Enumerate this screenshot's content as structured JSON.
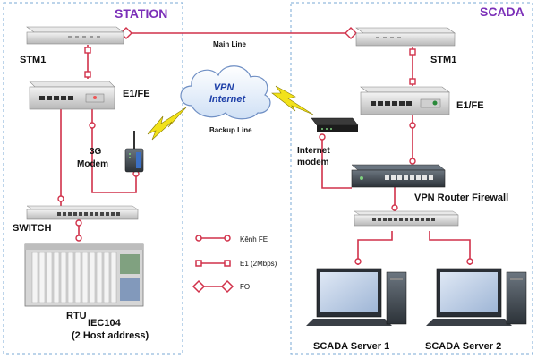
{
  "sections": {
    "station": "STATION",
    "scada": "SCADA"
  },
  "labels": {
    "stm1_left": "STM1",
    "stm1_right": "STM1",
    "e1fe_left": "E1/FE",
    "e1fe_right": "E1/FE",
    "main_line": "Main Line",
    "backup_line": "Backup Line",
    "vpn_line1": "VPN",
    "vpn_line2": "Internet",
    "modem_3g_line1": "3G",
    "modem_3g_line2": "Modem",
    "internet_modem_line1": "Internet",
    "internet_modem_line2": "modem",
    "vpn_router": "VPN Router Firewall",
    "switch": "SWITCH",
    "rtu": "RTU",
    "iec_line1": "IEC104",
    "iec_line2": "(2 Host address)",
    "scada_server1": "SCADA Server 1",
    "scada_server2": "SCADA Server 2"
  },
  "legend": [
    {
      "symbol": "circle",
      "label": "Kênh FE"
    },
    {
      "symbol": "square",
      "label": "E1 (2Mbps)"
    },
    {
      "symbol": "diamond",
      "label": "FO"
    }
  ],
  "colors": {
    "link": "#d1314a",
    "section_title": "#7b2fb8",
    "dashed_border": "#7aa9d6",
    "lightning": "#f2e21a",
    "cloud_text": "#1d3fa8"
  }
}
